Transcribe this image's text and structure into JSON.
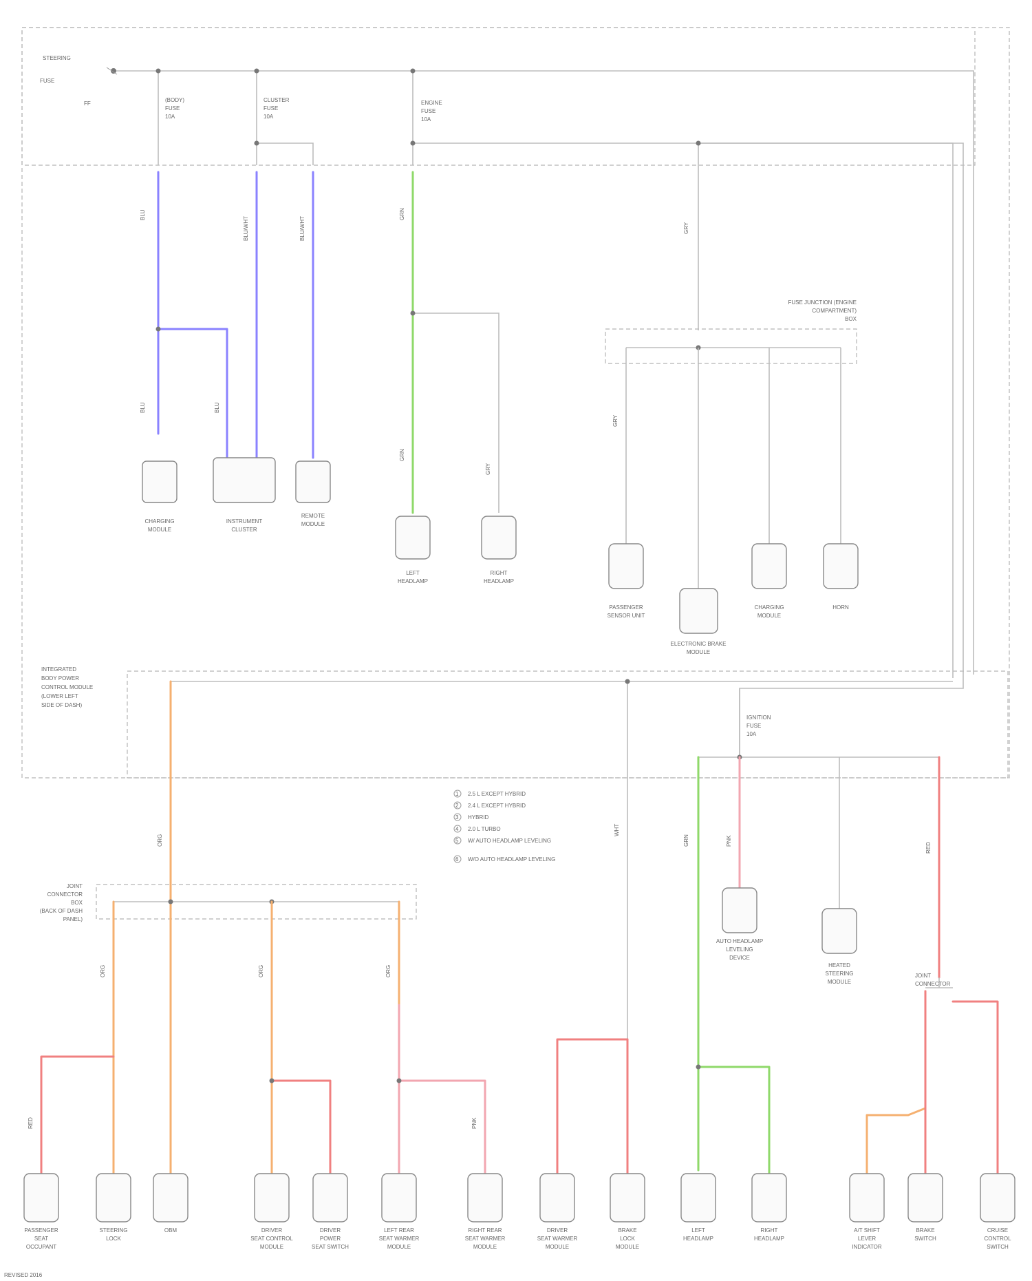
{
  "colors": {
    "blue": "#8a82ff",
    "green": "#8fd96a",
    "orange": "#f5b070",
    "red": "#f08080",
    "pink": "#f2a6b0",
    "gray": "#c4c4c4"
  },
  "top_fuse": {
    "label_line1": "STEERING",
    "label_line2": "FUSE",
    "ground": "FF"
  },
  "fuses": [
    {
      "line1": "(BODY)",
      "line2": "FUSE",
      "line3": "10A"
    },
    {
      "line1": "CLUSTER",
      "line2": "FUSE",
      "line3": "10A"
    },
    {
      "line1": "ENGINE",
      "line2": "FUSE",
      "line3": "10A"
    }
  ],
  "wire_labels": {
    "w1": "BLU",
    "w2": "BLU",
    "w3": "BLU",
    "w4": "BLU/WHT",
    "w5": "BLU/WHT",
    "w6": "GRN",
    "w7": "GRN",
    "w8": "GRY",
    "w9": "GRY",
    "w10": "GRY",
    "w11": "ORG",
    "w12": "ORG",
    "w13": "ORG",
    "w14": "ORG",
    "w15": "RED",
    "w16": "RED",
    "w17": "PNK",
    "w18": "PNK",
    "w19": "WHT",
    "w20": "GRN"
  },
  "upper_components": [
    {
      "name1": "CHARGING",
      "name2": "MODULE"
    },
    {
      "name1": "INSTRUMENT",
      "name2": "CLUSTER"
    },
    {
      "name1": "REMOTE",
      "name2": "MODULE"
    },
    {
      "name1": "LEFT",
      "name2": "HEADLAMP"
    },
    {
      "name1": "RIGHT",
      "name2": "HEADLAMP"
    }
  ],
  "right_block": {
    "label_line1": "FUSE JUNCTION (ENGINE",
    "label_line2": "COMPARTMENT)",
    "label_line3": "BOX",
    "components": [
      {
        "name1": "PASSENGER",
        "name2": "SENSOR UNIT"
      },
      {
        "name1": "ELECTRONIC BRAKE",
        "name2": "MODULE"
      },
      {
        "name1": "CHARGING",
        "name2": "MODULE"
      },
      {
        "name1": "HORN",
        "name2": ""
      }
    ]
  },
  "mid_box_label": [
    "INTEGRATED",
    "BODY POWER",
    "CONTROL MODULE",
    "(LOWER LEFT",
    "SIDE OF DASH)"
  ],
  "mid_fuse": {
    "line1": "IGNITION",
    "line2": "FUSE",
    "line3": "10A"
  },
  "legend": [
    {
      "sym": "1",
      "text": "2.5 L EXCEPT HYBRID"
    },
    {
      "sym": "2",
      "text": "2.4 L EXCEPT HYBRID"
    },
    {
      "sym": "3",
      "text": "HYBRID"
    },
    {
      "sym": "4",
      "text": "2.0 L TURBO"
    },
    {
      "sym": "5",
      "text": "W/ AUTO HEADLAMP LEVELING"
    },
    {
      "sym": "6",
      "text": "W/O AUTO HEADLAMP LEVELING"
    }
  ],
  "lower_left_block": [
    "JOINT",
    "CONNECTOR",
    "BOX",
    "(BACK OF DASH",
    "PANEL)"
  ],
  "lower_components": [
    {
      "name1": "PASSENGER",
      "name2": "SEAT",
      "name3": "OCCUPANT"
    },
    {
      "name1": "STEERING",
      "name2": "LOCK",
      "name3": ""
    },
    {
      "name1": "OBM",
      "name2": "",
      "name3": ""
    },
    {
      "name1": "DRIVER",
      "name2": "SEAT CONTROL",
      "name3": "MODULE"
    },
    {
      "name1": "DRIVER",
      "name2": "POWER",
      "name3": "SEAT SWITCH"
    },
    {
      "name1": "LEFT REAR",
      "name2": "SEAT WARMER",
      "name3": "MODULE"
    },
    {
      "name1": "RIGHT REAR",
      "name2": "SEAT WARMER",
      "name3": "MODULE"
    },
    {
      "name1": "DRIVER",
      "name2": "SEAT WARMER",
      "name3": "MODULE"
    },
    {
      "name1": "BRAKE",
      "name2": "LOCK",
      "name3": "MODULE"
    },
    {
      "name1": "LEFT",
      "name2": "HEADLAMP",
      "name3": ""
    },
    {
      "name1": "RIGHT",
      "name2": "HEADLAMP",
      "name3": ""
    },
    {
      "name1": "A/T SHIFT",
      "name2": "LEVER",
      "name3": "INDICATOR"
    },
    {
      "name1": "BRAKE",
      "name2": "SWITCH",
      "name3": ""
    },
    {
      "name1": "CRUISE",
      "name2": "CONTROL",
      "name3": "SWITCH"
    }
  ],
  "right_lower_components": [
    {
      "name1": "AUTO HEADLAMP",
      "name2": "LEVELING",
      "name3": "DEVICE"
    },
    {
      "name1": "HEATED",
      "name2": "STEERING",
      "name3": "MODULE"
    }
  ],
  "splice_label": {
    "line1": "JOINT",
    "line2": "CONNECTOR"
  },
  "footnote": "REVISED 2016"
}
